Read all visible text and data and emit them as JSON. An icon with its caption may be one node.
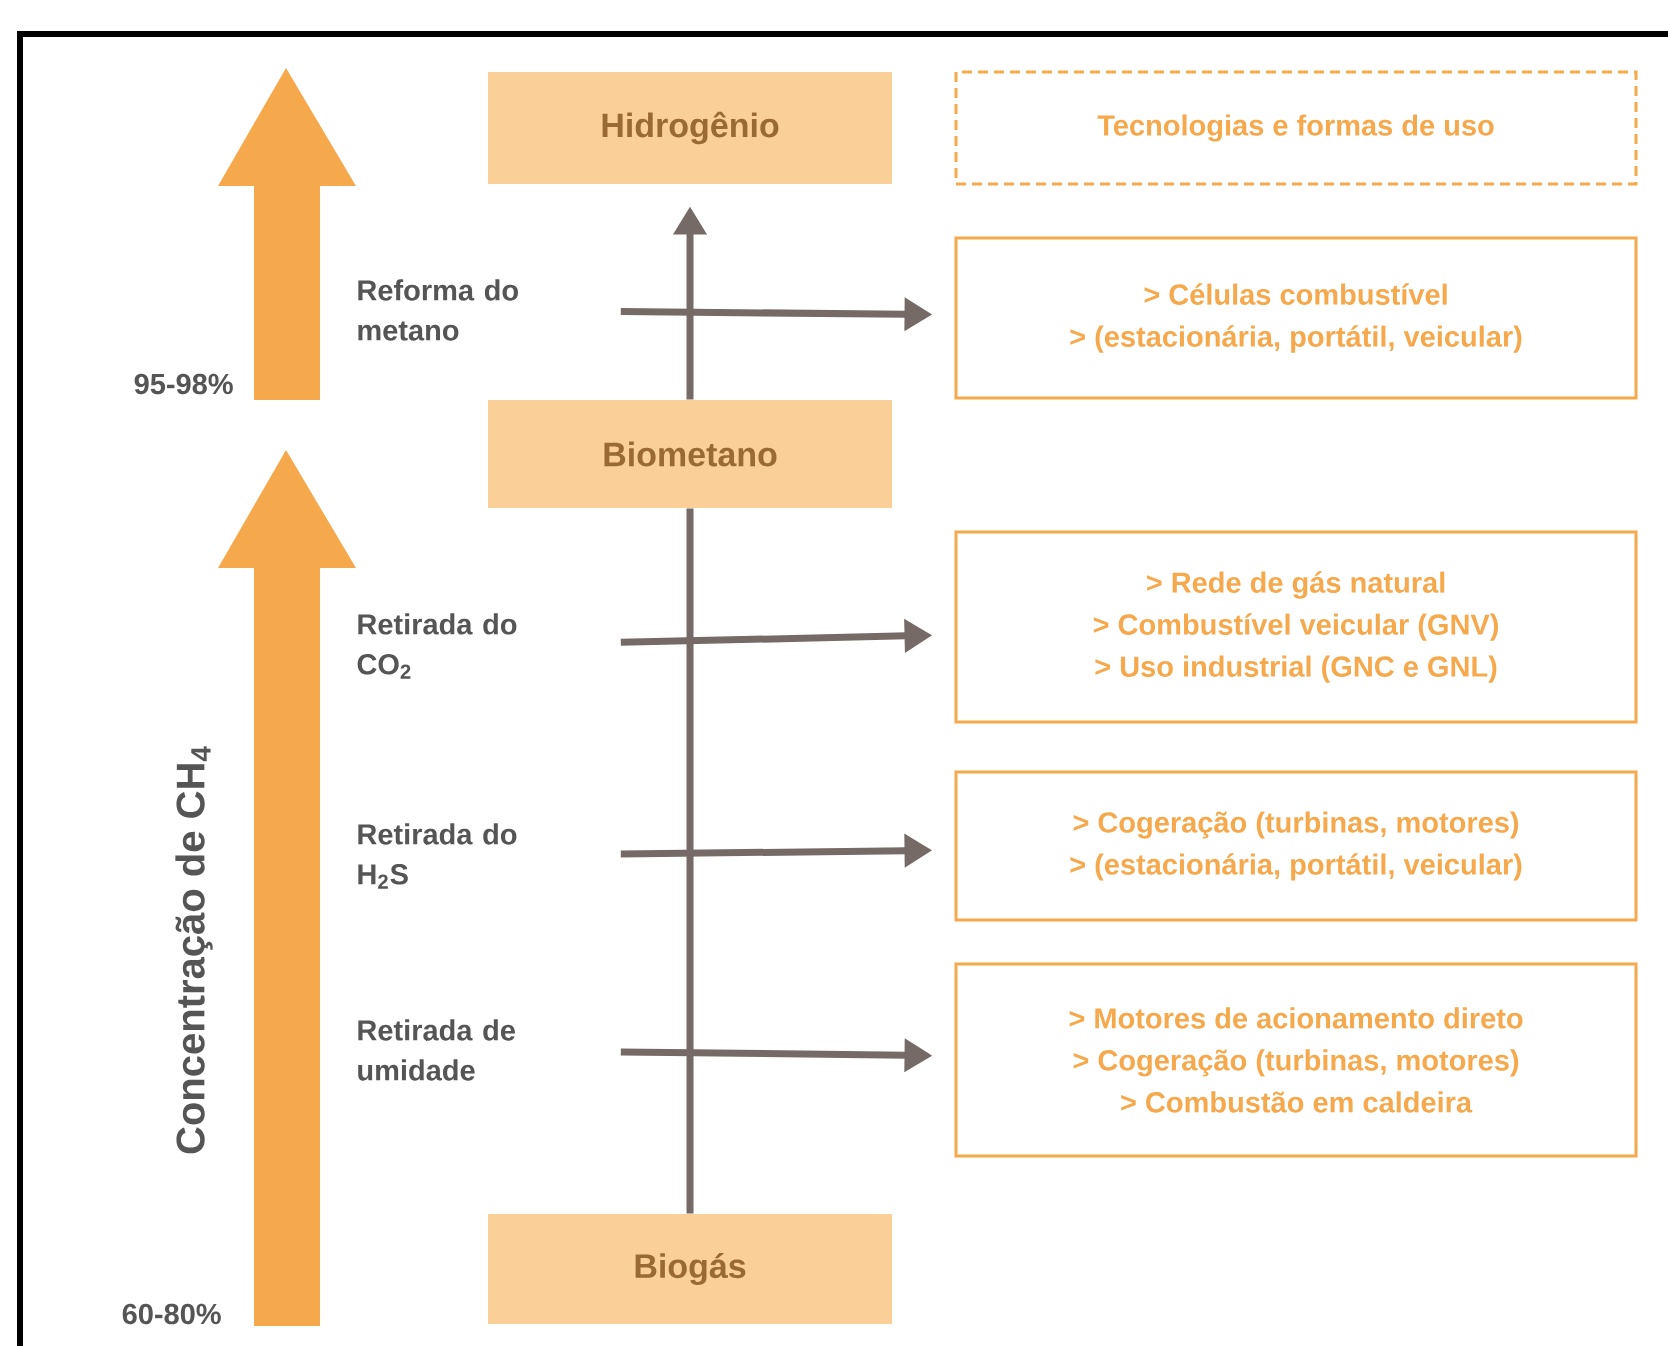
{
  "diagram": {
    "nodes": [
      {
        "text": [
          "Hidrogênio"
        ]
      },
      {
        "text": [
          "Tecnologias e formas de uso"
        ]
      },
      {
        "text": [
          "Reforma do metano"
        ]
      },
      {
        "text": [
          "> Células combustível",
          "> (estacionária, portátil, veicular)"
        ]
      },
      {
        "text": [
          "Biometano"
        ]
      },
      {
        "text": [
          "Retirada do CO$_{2}$"
        ]
      },
      {
        "text": [
          "> Rede de gás natural",
          "> Combustível veicular (GNV)",
          "> Uso industrial (GNC e GNL)"
        ]
      },
      {
        "text": [
          "Retirada do H$_{2}$S"
        ]
      },
      {
        "text": [
          "> Cogeração (turbinas, motores)",
          "> (estacionária, portátil, veicular)"
        ]
      },
      {
        "text": [
          "Retirada de umidade"
        ]
      },
      {
        "text": [
          "> Motores de acionamento direto",
          "> Cogeração (turbinas, motores)",
          "> Combustão em caldeira"
        ]
      },
      {
        "text": [
          "Biogás"
        ]
      }
    ],
    "edges": [
      {
        "from": 11,
        "to": 4,
        "arrow": "none"
      },
      {
        "from": 4,
        "to": 0,
        "arrow": "to"
      },
      {
        "from": 2,
        "to": 3,
        "arrow": "to"
      },
      {
        "from": 5,
        "to": 6,
        "arrow": "to"
      },
      {
        "from": 7,
        "to": 8,
        "arrow": "to"
      },
      {
        "from": 9,
        "to": 10,
        "arrow": "to"
      }
    ],
    "labels": [
      "95-98%",
      "Concentração de CH$_{4}$",
      "60-80%"
    ]
  }
}
